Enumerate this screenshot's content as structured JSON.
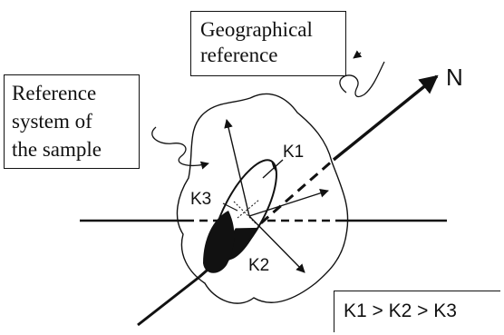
{
  "boxes": {
    "geographical": [
      "Geographical",
      "reference"
    ],
    "sample": [
      "Reference",
      "system of",
      "the sample"
    ],
    "order": "K1 > K2 > K3"
  },
  "labels": {
    "north": "N",
    "k1": "K1",
    "k2": "K2",
    "k3": "K3"
  },
  "colors": {
    "ink": "#111111",
    "background": "#ffffff"
  }
}
